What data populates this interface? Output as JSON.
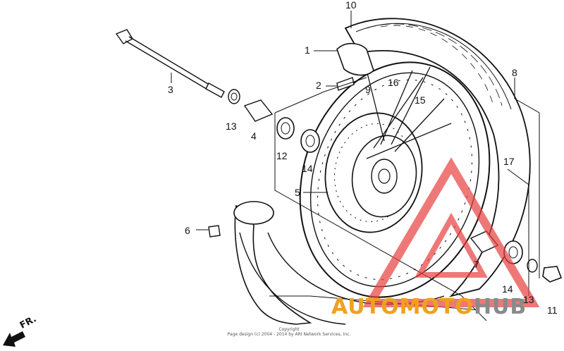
{
  "labels": [
    {
      "id": "1",
      "text": "1"
    },
    {
      "id": "2",
      "text": "2"
    },
    {
      "id": "3",
      "text": "3"
    },
    {
      "id": "4",
      "text": "4"
    },
    {
      "id": "5",
      "text": "5"
    },
    {
      "id": "6",
      "text": "6"
    },
    {
      "id": "7",
      "text": "7"
    },
    {
      "id": "8",
      "text": "8"
    },
    {
      "id": "9",
      "text": "9"
    },
    {
      "id": "10",
      "text": "10"
    },
    {
      "id": "11",
      "text": "11"
    },
    {
      "id": "12",
      "text": "12"
    },
    {
      "id": "13a",
      "text": "13"
    },
    {
      "id": "13b",
      "text": "13"
    },
    {
      "id": "14a",
      "text": "14"
    },
    {
      "id": "14b",
      "text": "14"
    },
    {
      "id": "15",
      "text": "15"
    },
    {
      "id": "16",
      "text": "16"
    },
    {
      "id": "17",
      "text": "17"
    }
  ],
  "watermark": {
    "part1": "AUTOMOTO",
    "part2": "HUB"
  },
  "direction": "FR.",
  "copyright": {
    "line1": "Copyright",
    "line2": "Page design (c) 2004 - 2014 by ARI Network Services, Inc."
  },
  "colors": {
    "line": "#111111",
    "watermark_red": "#e84040",
    "watermark_orange": "#f0a020",
    "watermark_gray": "#8a8a8a"
  }
}
